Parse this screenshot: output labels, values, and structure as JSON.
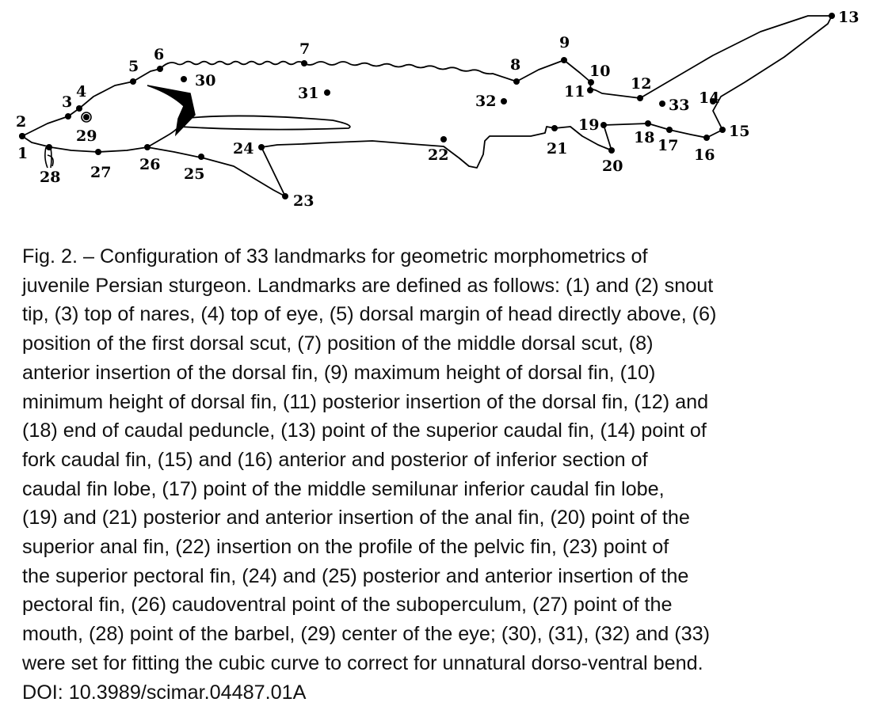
{
  "figure": {
    "outline_color": "#000000",
    "landmark_labels": [
      "1",
      "2",
      "3",
      "4",
      "5",
      "6",
      "7",
      "8",
      "9",
      "10",
      "11",
      "12",
      "13",
      "14",
      "15",
      "16",
      "17",
      "18",
      "19",
      "20",
      "21",
      "22",
      "23",
      "24",
      "25",
      "26",
      "27",
      "28",
      "29",
      "30",
      "31",
      "32",
      "33"
    ]
  },
  "caption": {
    "lines": [
      "Fig. 2. – Configuration of 33 landmarks for geometric morphometrics of",
      "juvenile Persian sturgeon. Landmarks are defined as follows: (1) and (2) snout",
      "tip, (3) top of nares, (4) top of eye, (5) dorsal margin of head directly above, (6)",
      "position of the first dorsal scut, (7) position of the middle dorsal scut, (8)",
      "anterior insertion of the dorsal fin, (9) maximum height of dorsal fin, (10)",
      "minimum height of dorsal fin, (11) posterior insertion of the dorsal fin, (12) and",
      "(18) end of caudal peduncle, (13) point of the superior caudal fin, (14) point of",
      "fork caudal fin, (15) and (16) anterior and posterior of inferior section of",
      "caudal fin lobe, (17) point of the middle semilunar inferior caudal fin lobe,",
      "(19) and (21) posterior and anterior insertion of the anal fin, (20) point of the",
      "superior anal fin, (22) insertion on the profile of the pelvic fin, (23) point of",
      "the superior pectoral fin, (24) and (25) posterior and anterior insertion of the",
      "pectoral fin, (26) caudoventral point of the suboperculum, (27) point of the",
      "mouth, (28) point of the barbel, (29) center of the eye; (30), (31), (32) and (33)",
      "were set for fitting the cubic curve to correct for unnatural dorso-ventral bend.",
      "DOI: 10.3989/scimar.04487.01A"
    ]
  }
}
